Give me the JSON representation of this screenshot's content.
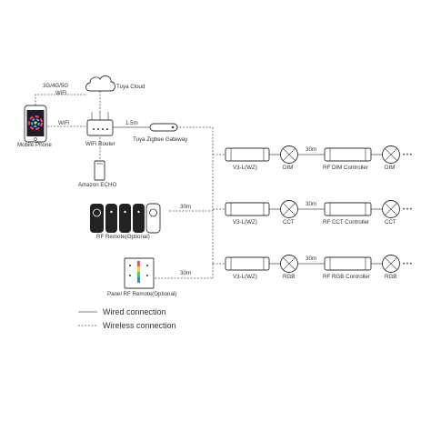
{
  "cloud": {
    "label": "Tuya Cloud",
    "network_label": "3G/4G/5G",
    "wifi_label": "WiFi"
  },
  "phone": {
    "label": "Mobile Phone",
    "wifi_label": "WiFi"
  },
  "router": {
    "label": "WiFi Router",
    "cable_length": "1.5m"
  },
  "gateway": {
    "label": "Tuya Zigbee Gateway"
  },
  "echo": {
    "label": "Amazon ECHO"
  },
  "rf_remote": {
    "label": "RF Remote(Optional)",
    "distance": "30m"
  },
  "panel_remote": {
    "label": "Panel RF Remote(Optional)",
    "distance": "30m"
  },
  "rows": [
    {
      "receiver": "V3-L(WZ)",
      "mode": "DIM",
      "distance": "30m",
      "controller": "RF DIM Controller",
      "end_mode": "DIM"
    },
    {
      "receiver": "V3-L(WZ)",
      "mode": "CCT",
      "distance": "30m",
      "controller": "RF CCT Controller",
      "end_mode": "CCT"
    },
    {
      "receiver": "V3-L(WZ)",
      "mode": "RGB",
      "distance": "30m",
      "controller": "RF RGB Controller",
      "end_mode": "RGB"
    }
  ],
  "ellipsis": "• • •",
  "legend": {
    "wired": "Wired connection",
    "wireless": "Wireless connection"
  }
}
